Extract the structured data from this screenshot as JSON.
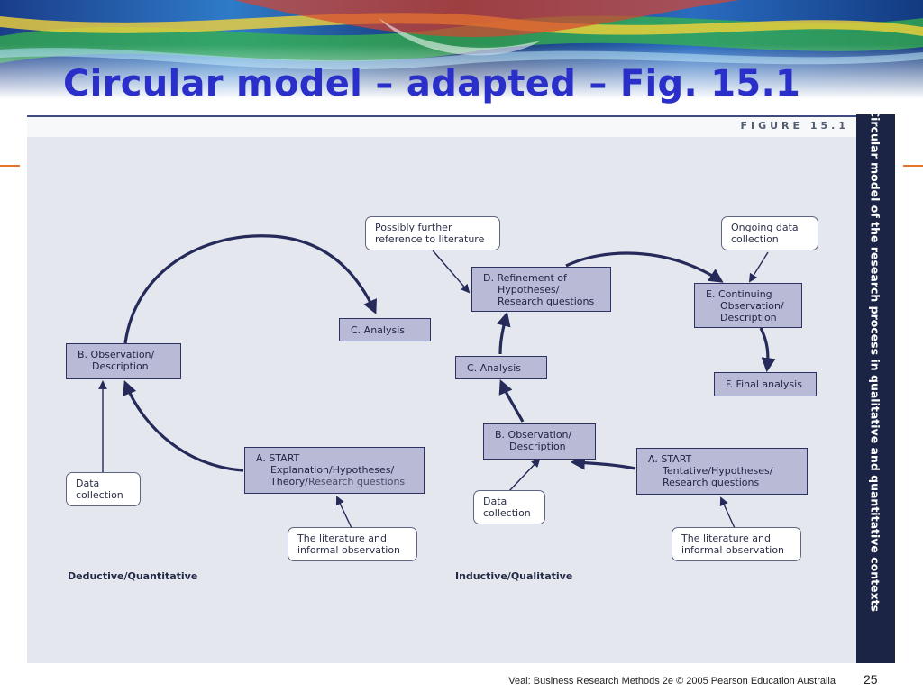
{
  "slide": {
    "title": "Circular model – adapted – Fig. 15.1",
    "footer": "Veal: Business Research Methods 2e © 2005 Pearson Education Australia",
    "page_number": "25"
  },
  "figure": {
    "label": "FIGURE 15.1",
    "side_caption": "Circular model of the research process in qualitative and quantitative contexts"
  },
  "deductive": {
    "panel_label": "Deductive/Quantitative",
    "observation": [
      "B. Observation/",
      "Description"
    ],
    "analysis": "C.  Analysis",
    "start": {
      "line1": "A.  START",
      "line2": "Explanation/Hypotheses/",
      "line3_main": "Theory/",
      "line3_suffix": "Research questions"
    },
    "data_collection": [
      "Data",
      "collection"
    ],
    "literature": [
      "The literature and",
      "informal observation"
    ]
  },
  "inductive": {
    "panel_label": "Inductive/Qualitative",
    "further_reference": [
      "Possibly further",
      "reference to literature"
    ],
    "refinement": [
      "D. Refinement of",
      "Hypotheses/",
      "Research questions"
    ],
    "analysis": "C.  Analysis",
    "observation": [
      "B. Observation/",
      "Description"
    ],
    "start": [
      "A.  START",
      "Tentative/Hypotheses/",
      "Research questions"
    ],
    "data_collection": [
      "Data",
      "collection"
    ],
    "literature": [
      "The literature and",
      "informal observation"
    ],
    "ongoing_data": [
      "Ongoing data",
      "collection"
    ],
    "continuing": [
      "E.  Continuing",
      "Observation/",
      "Description"
    ],
    "final_analysis": "F.  Final analysis"
  },
  "colors": {
    "title": "#2b2fc9",
    "box_fill": "#b8bad6",
    "arrow": "#252a5a",
    "figure_background": "#e4e8ee",
    "side_bar": "#1b2444",
    "accent": "#e4762a"
  }
}
